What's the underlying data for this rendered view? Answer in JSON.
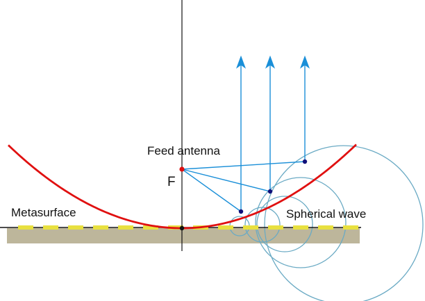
{
  "labels": {
    "feed_antenna": "Feed antenna",
    "focus": "F",
    "metasurface": "Metasurface",
    "spherical_wave": "Spherical wave"
  },
  "colors": {
    "parabola": "#e01010",
    "rays": "#1a8fd8",
    "waves": "#6aaac4",
    "substrate": "#bdb69b",
    "metasurface_patch": "#e8e040",
    "axis": "#111111",
    "focus_point": "#e01010",
    "reflection_points": "#10107a"
  },
  "icons": {
    "ray_arrow": "arrow-up-icon"
  }
}
